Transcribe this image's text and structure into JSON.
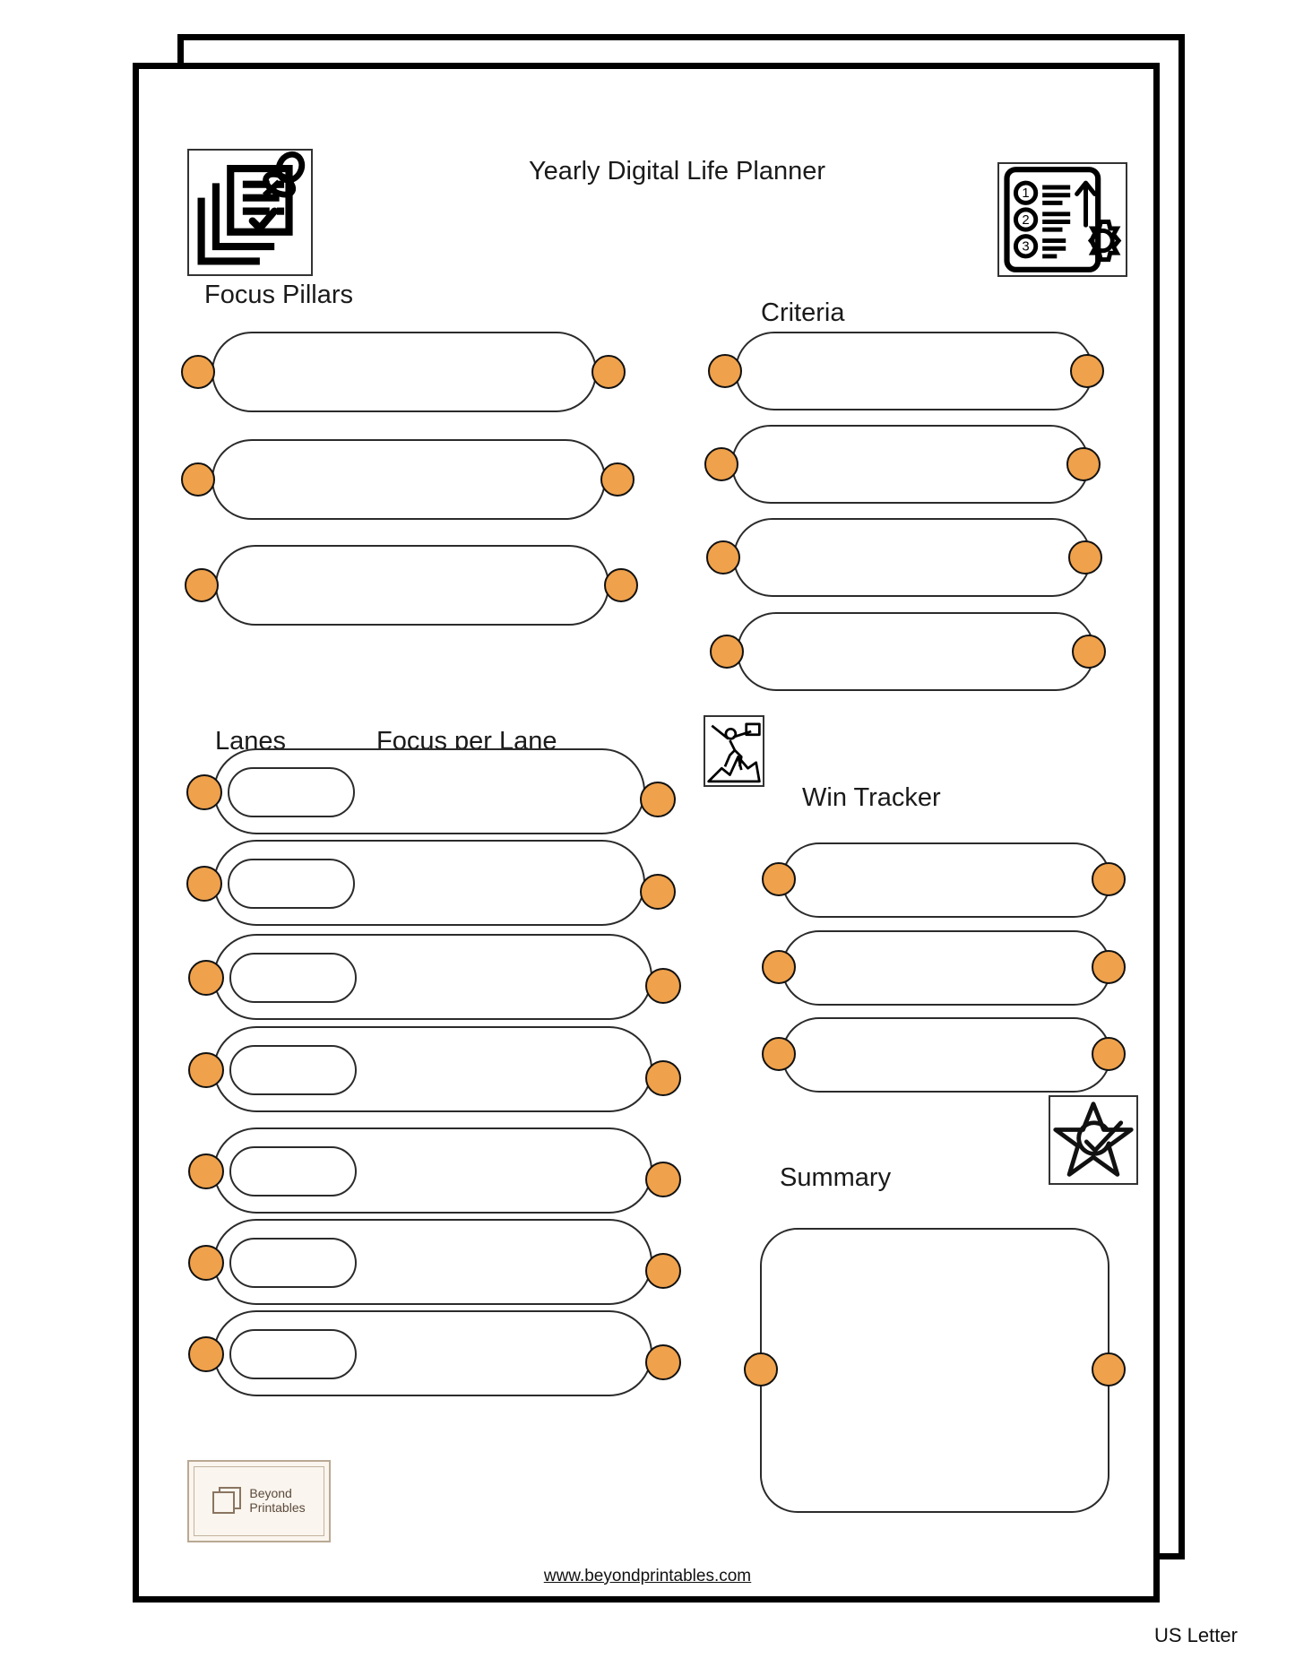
{
  "document": {
    "title": "Yearly Digital Life Planner",
    "paper_size": "US Letter",
    "footer_url": "www.beyondprintables.com"
  },
  "brand": {
    "line1": "Beyond",
    "line2": "Printables",
    "badge_bg": "#faf5ee",
    "badge_border": "#b9a994",
    "text_color": "#5b4a3b"
  },
  "theme": {
    "accent": "#efa14b",
    "accent_stroke": "#111111",
    "line": "#2b2b2b",
    "frame": "#000000",
    "paper": "#ffffff"
  },
  "sections": {
    "focus_pillars": {
      "label": "Focus Pillars",
      "icon": "documents-pin-checklist-icon",
      "row_count": 3,
      "rows": [
        {
          "value": "",
          "placeholder": ""
        },
        {
          "value": "",
          "placeholder": ""
        },
        {
          "value": "",
          "placeholder": ""
        }
      ]
    },
    "criteria": {
      "label": "Criteria",
      "icon": "numbered-list-gear-arrow-icon",
      "row_count": 4,
      "rows": [
        {
          "value": "",
          "placeholder": ""
        },
        {
          "value": "",
          "placeholder": ""
        },
        {
          "value": "",
          "placeholder": ""
        },
        {
          "value": "",
          "placeholder": ""
        }
      ]
    },
    "lanes": {
      "label": "Lanes",
      "focus_label": "Focus per Lane",
      "icon": "mountain-climber-flag-icon",
      "row_count": 7,
      "rows": [
        {
          "lane": "",
          "focus": ""
        },
        {
          "lane": "",
          "focus": ""
        },
        {
          "lane": "",
          "focus": ""
        },
        {
          "lane": "",
          "focus": ""
        },
        {
          "lane": "",
          "focus": ""
        },
        {
          "lane": "",
          "focus": ""
        },
        {
          "lane": "",
          "focus": ""
        }
      ]
    },
    "win_tracker": {
      "label": "Win Tracker",
      "row_count": 3,
      "rows": [
        {
          "value": ""
        },
        {
          "value": ""
        },
        {
          "value": ""
        }
      ]
    },
    "summary": {
      "label": "Summary",
      "icon": "star-check-icon",
      "value": ""
    }
  }
}
